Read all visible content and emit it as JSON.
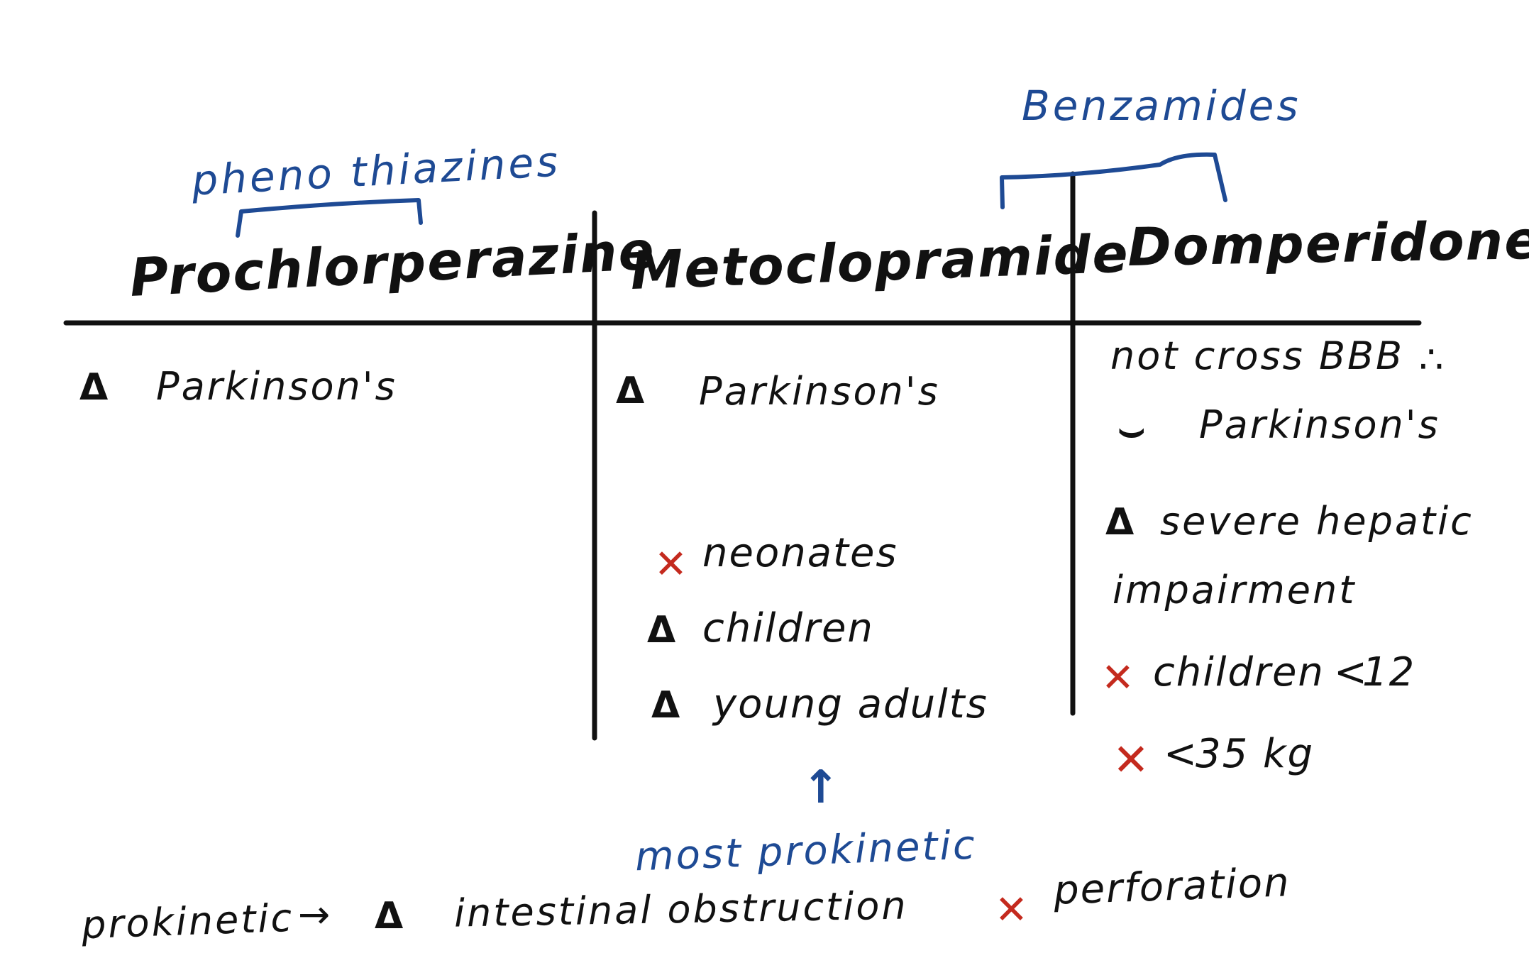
{
  "colors": {
    "ink": "#111111",
    "annotation": "#1e4a94",
    "cross": "#c42a1e"
  },
  "symbols": {
    "caution": "Δ",
    "cross": "✕",
    "smile": "⌣",
    "therefore": "∴",
    "arrow": "→",
    "up_arrow": "↑",
    "less_than": "<"
  },
  "groups": {
    "phenothiazines": "pheno thiazines",
    "benzamides": "Benzamides"
  },
  "columns": [
    {
      "heading": "Prochlorperazine",
      "notes": [
        {
          "text": "Parkinson's"
        }
      ]
    },
    {
      "heading": "Metoclopramide",
      "notes": [
        {
          "text": "Parkinson's"
        },
        {
          "text": "neonates"
        },
        {
          "text": "children"
        },
        {
          "text": "young adults"
        }
      ],
      "annotation": "most prokinetic"
    },
    {
      "heading": "Domperidone",
      "notes": [
        {
          "text": "not cross BBB"
        },
        {
          "text": "Parkinson's"
        },
        {
          "text": "severe hepatic"
        },
        {
          "text": "impairment"
        },
        {
          "text": "children"
        },
        {
          "text": "12"
        },
        {
          "text": "35 kg"
        }
      ]
    }
  ],
  "footer": {
    "prefix": "prokinetic",
    "caution_text": "intestinal obstruction",
    "cross_text": "perforation"
  }
}
